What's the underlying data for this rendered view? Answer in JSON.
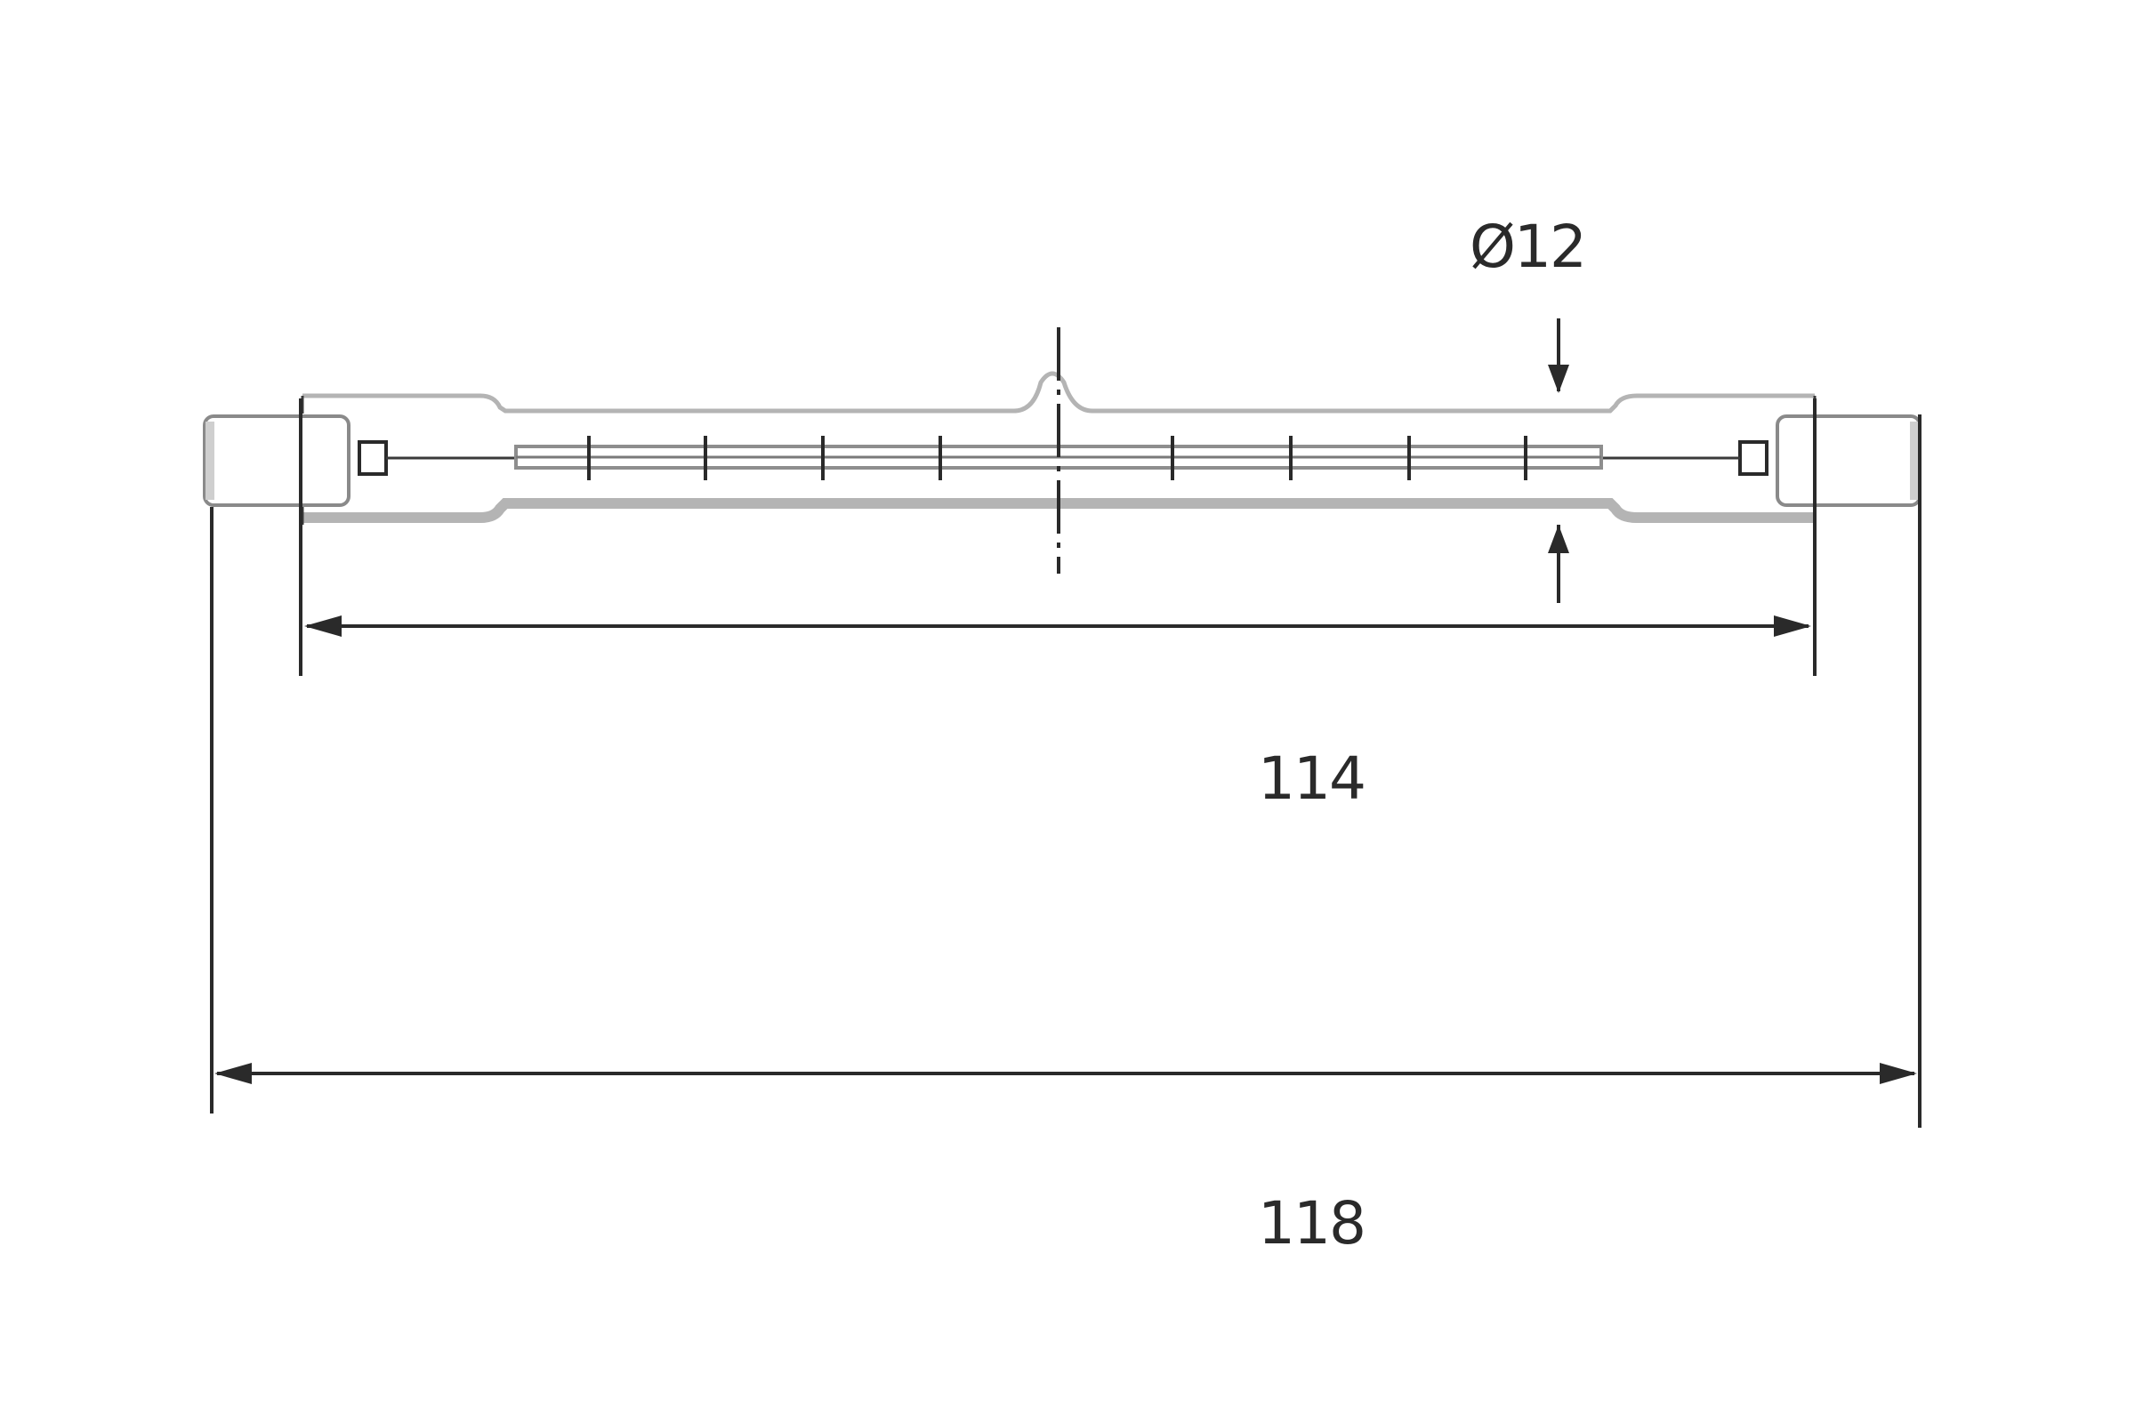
{
  "labels": {
    "diameter": "Ø12",
    "inner_length": "114",
    "overall_length": "118"
  },
  "colors": {
    "line": "#2a2a2a",
    "tube": "#b4b4b4",
    "background": "#ffffff"
  }
}
